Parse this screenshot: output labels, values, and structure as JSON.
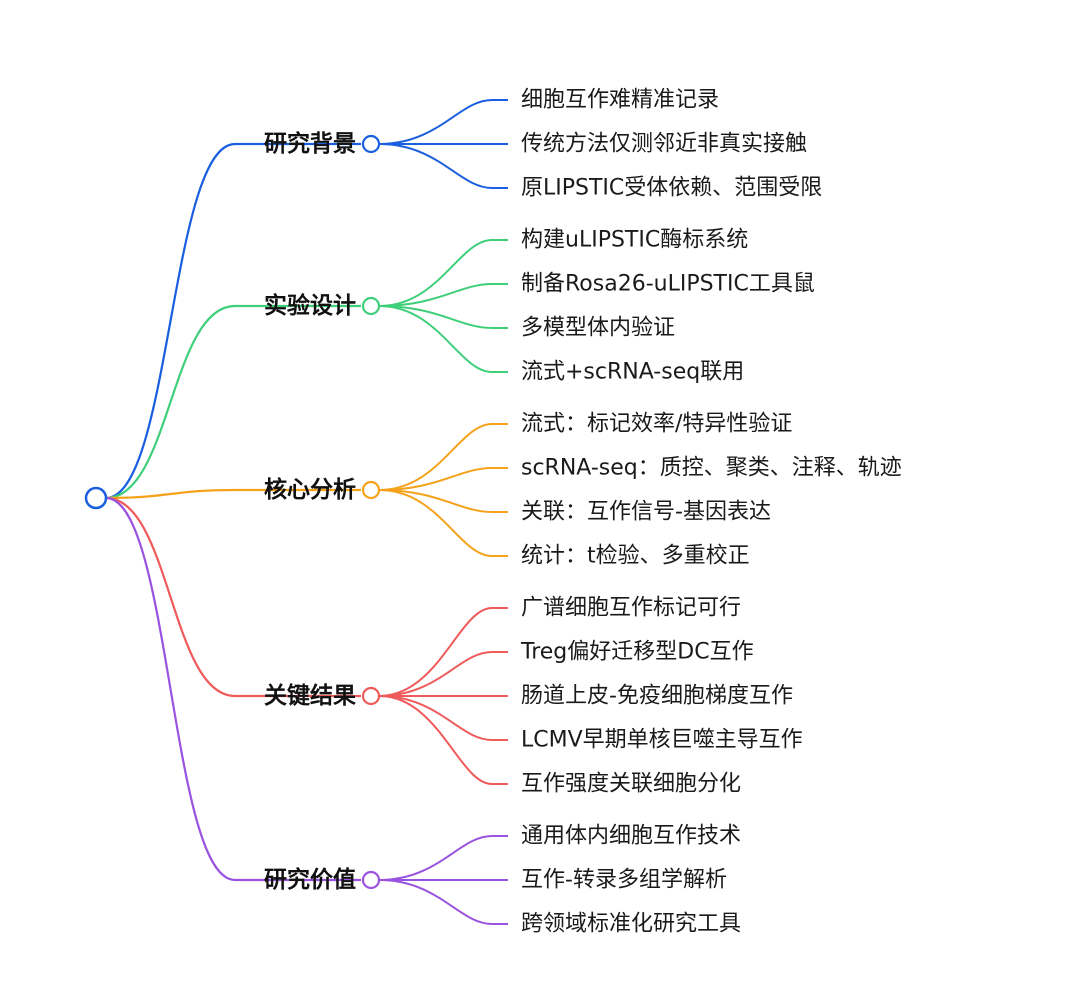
{
  "mindmap": {
    "branches": [
      {
        "label": "研究背景",
        "color": "#1a5fe0",
        "items": [
          "细胞互作难精准记录",
          "传统方法仅测邻近非真实接触",
          "原LIPSTIC受体依赖、范围受限"
        ]
      },
      {
        "label": "实验设计",
        "color": "#3fcf7a",
        "items": [
          "构建uLIPSTIC酶标系统",
          "制备Rosa26-uLIPSTIC工具鼠",
          "多模型体内验证",
          "流式+scRNA-seq联用"
        ]
      },
      {
        "label": "核心分析",
        "color": "#f5a21b",
        "items": [
          "流式：标记效率/特异性验证",
          "scRNA-seq：质控、聚类、注释、轨迹",
          "关联：互作信号-基因表达",
          "统计：t检验、多重校正"
        ]
      },
      {
        "label": "关键结果",
        "color": "#ef5a5a",
        "items": [
          "广谱细胞互作标记可行",
          "Treg偏好迁移型DC互作",
          "肠道上皮-免疫细胞梯度互作",
          "LCMV早期单核巨噬主导互作",
          "互作强度关联细胞分化"
        ]
      },
      {
        "label": "研究价值",
        "color": "#9a52e0",
        "items": [
          "通用体内细胞互作技术",
          "互作-转录多组学解析",
          "跨领域标准化研究工具"
        ]
      }
    ]
  }
}
